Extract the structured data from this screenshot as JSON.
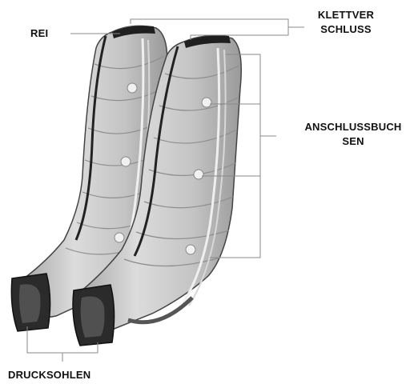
{
  "labels": {
    "rei": "REI",
    "klettverschluss_line1": "KLETTVER",
    "klettverschluss_line2": "SCHLUSS",
    "anschlussbuchsen_line1": "ANSCHLUSSBUCH",
    "anschlussbuchsen_line2": "SEN",
    "drucksohlen": "DRUCKSOHLEN"
  },
  "colors": {
    "leg_fill": "#c9c9c9",
    "leg_shadow": "#9c9c9c",
    "trim": "#2a2a2a",
    "leader_line": "#8a8a8a",
    "text": "#111111"
  }
}
